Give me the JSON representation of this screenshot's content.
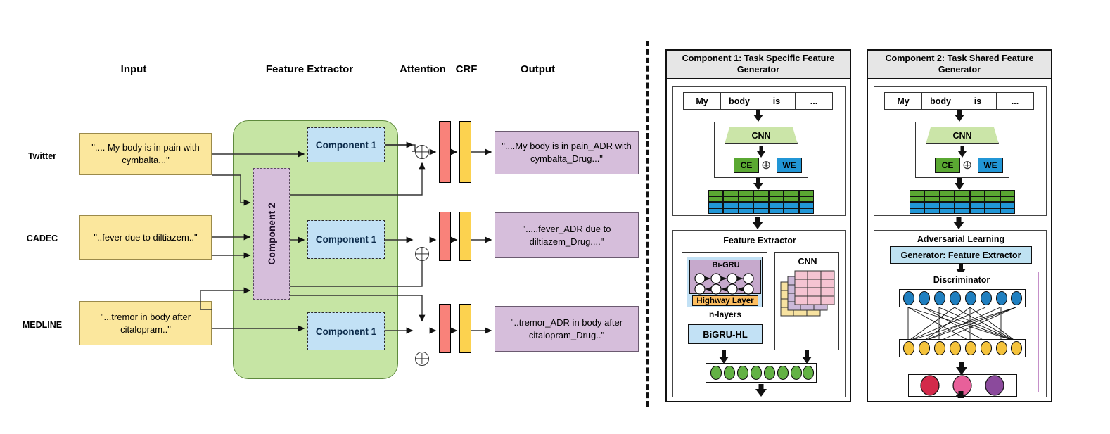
{
  "left": {
    "column_headers": [
      {
        "label": "Input"
      },
      {
        "label": "Feature Extractor"
      },
      {
        "label": "Attention"
      },
      {
        "label": "CRF"
      },
      {
        "label": "Output"
      }
    ],
    "rows": [
      {
        "dataset": "Twitter",
        "input": "\".... My body is in pain with cymbalta...\"",
        "component": "Component 1",
        "output": "\"....My body is in pain_ADR with cymbalta_Drug...\""
      },
      {
        "dataset": "CADEC",
        "input": "\"..fever due to diltiazem..\"",
        "component": "Component 1",
        "output": "\".....fever_ADR due to diltiazem_Drug....\""
      },
      {
        "dataset": "MEDLINE",
        "input": "\"...tremor in body after citalopram..\"",
        "component": "Component 1",
        "output": "\"..tremor_ADR in body after citalopram_Drug..\""
      }
    ],
    "shared_component_label": "Component 2"
  },
  "component1": {
    "title": "Component 1: Task Specific Feature Generator",
    "tokens": [
      "My",
      "body",
      "is",
      "..."
    ],
    "cnn_label": "CNN",
    "ce_label": "CE",
    "we_label": "WE",
    "combine_symbol": "⊕",
    "embedding_grid": {
      "cols": 7,
      "rows": 4,
      "top_color": "#5aa832",
      "bottom_color": "#2196d6",
      "top_rows": 2
    },
    "feature_extractor": {
      "title": "Feature Extractor",
      "bigru_label": "Bi-GRU",
      "highway_label": "Highway Layer",
      "n_layers_label": "n-layers",
      "bigru_hl_label": "BiGRU-HL",
      "cnn_label": "CNN",
      "output_nodes": 8,
      "output_node_color": "#63b244"
    }
  },
  "component2": {
    "title": "Component 2: Task Shared Feature Generator",
    "tokens": [
      "My",
      "body",
      "is",
      "..."
    ],
    "cnn_label": "CNN",
    "ce_label": "CE",
    "we_label": "WE",
    "combine_symbol": "⊕",
    "embedding_grid": {
      "cols": 7,
      "rows": 4,
      "top_color": "#5aa832",
      "bottom_color": "#2196d6",
      "top_rows": 2
    },
    "adversarial": {
      "title": "Adversarial Learning",
      "generator_label": "Generator: Feature Extractor",
      "discriminator_label": "Discriminator",
      "upper_nodes": 8,
      "upper_node_color": "#1f7fc0",
      "lower_nodes": 8,
      "lower_node_color": "#f5c33b",
      "class_nodes": [
        {
          "color": "#d32a4a"
        },
        {
          "color": "#e8609a"
        },
        {
          "color": "#8b4a9c"
        }
      ]
    }
  },
  "colors": {
    "input_box": "#fbe79d",
    "output_box": "#d6bedb",
    "feature_container": "#c6e5a4",
    "component1_box": "#c2e1f5",
    "component2_box": "#d6bedb",
    "attention_bar": "#f9827a",
    "crf_bar": "#fcd24f"
  }
}
